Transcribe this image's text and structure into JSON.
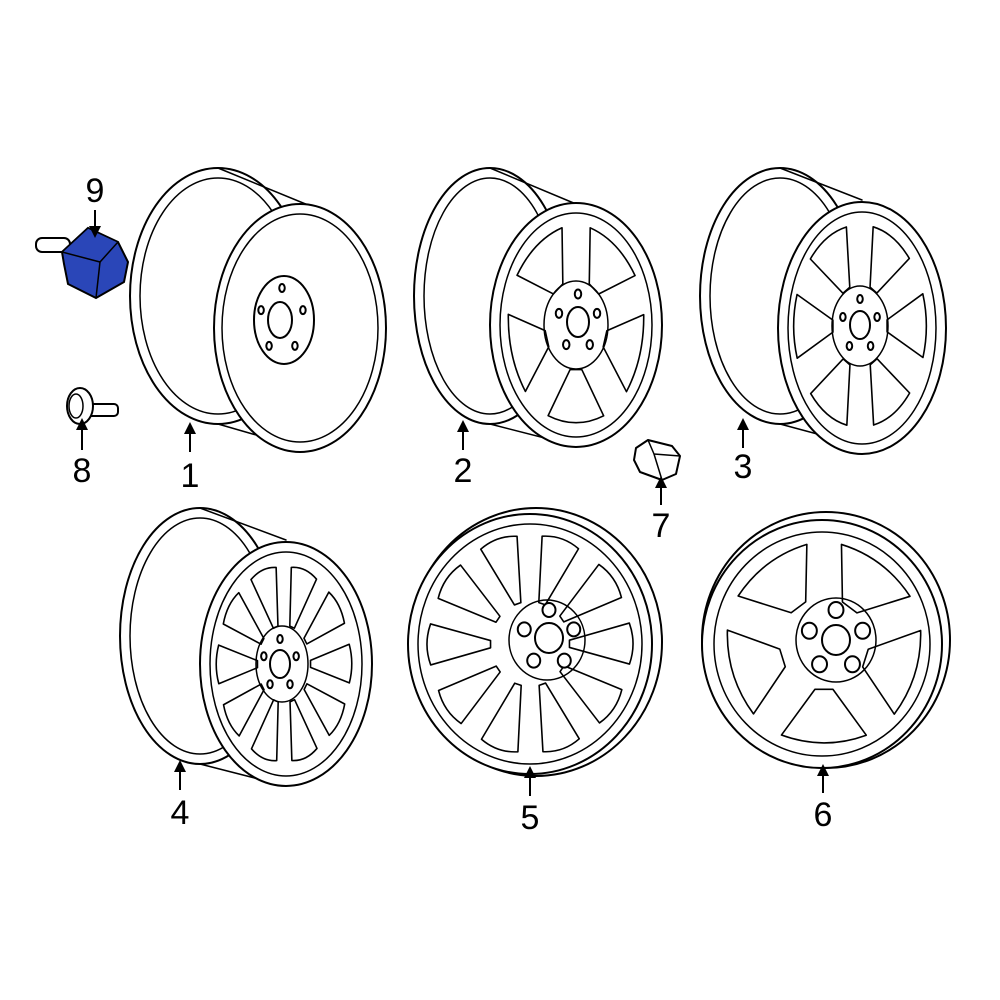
{
  "callouts": {
    "c1": "1",
    "c2": "2",
    "c3": "3",
    "c4": "4",
    "c5": "5",
    "c6": "6",
    "c7": "7",
    "c8": "8",
    "c9": "9"
  },
  "colors": {
    "highlight": "#2a46b8",
    "highlight_dark": "#15267a",
    "line": "#000000",
    "background": "#ffffff"
  }
}
